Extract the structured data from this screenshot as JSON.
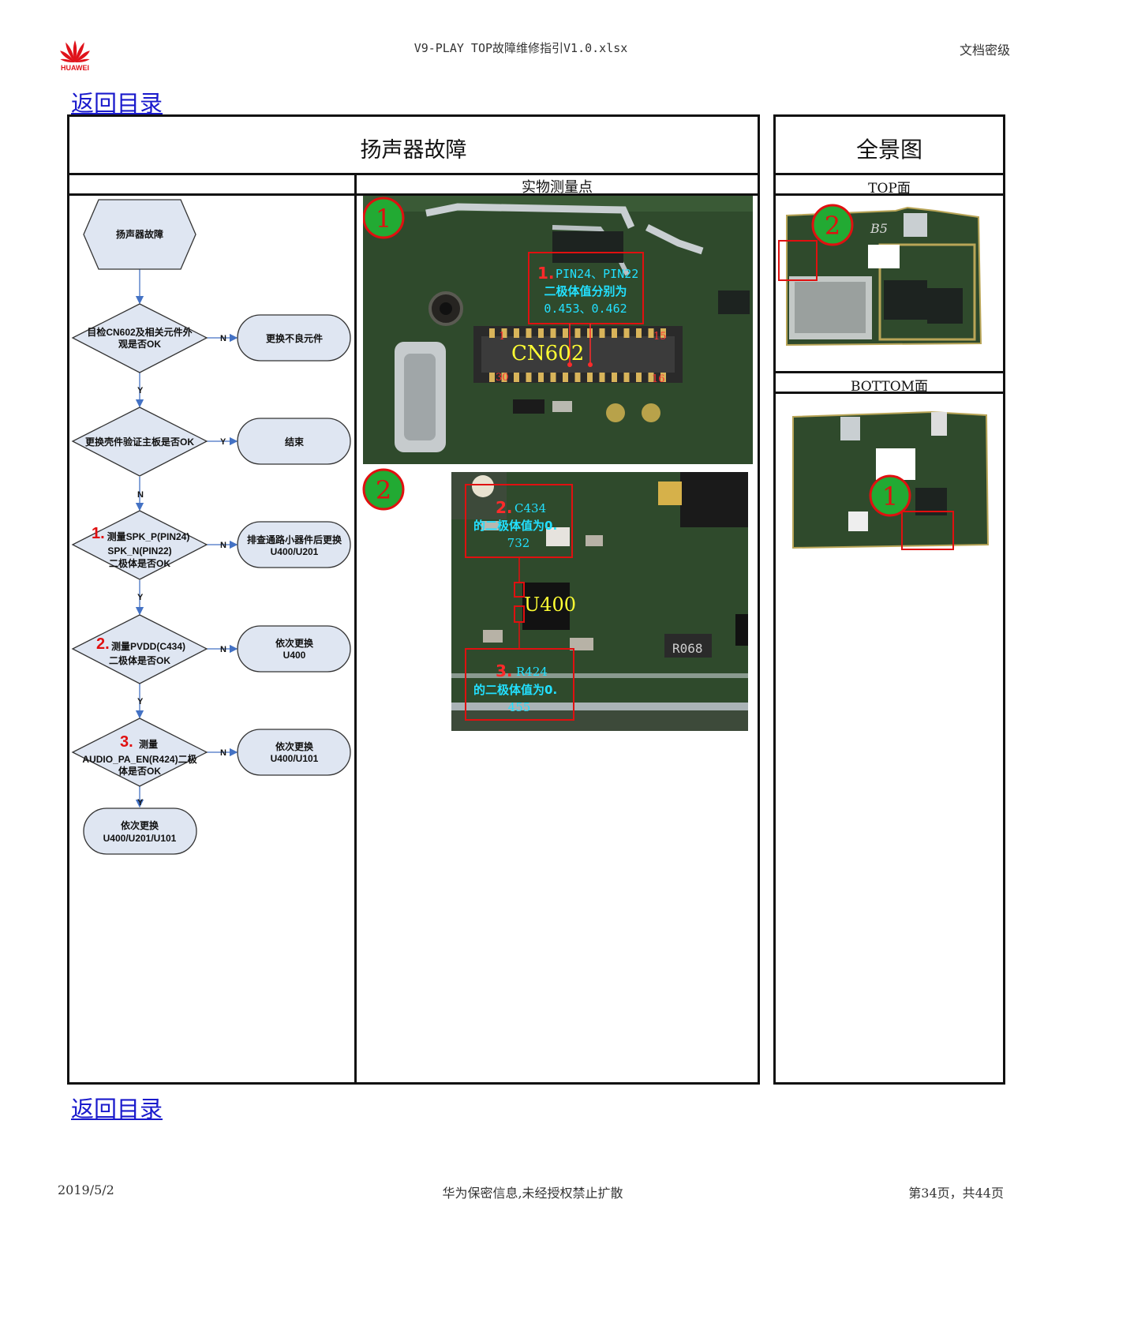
{
  "header": {
    "brand": "HUAWEI",
    "doc_title": "V9-PLAY TOP故障维修指引V1.0.xlsx",
    "classification": "文档密级"
  },
  "nav": {
    "back_to_toc": "返回目录"
  },
  "table": {
    "fault_title": "扬声器故障",
    "overview_title": "全景图",
    "measure_points_title": "实物测量点",
    "top_side": "TOP面",
    "bottom_side": "BOTTOM面"
  },
  "flowchart": {
    "start": "扬声器故障",
    "d1": [
      "目检CN602及相关元件外",
      "观是否OK"
    ],
    "d1_no_action": "更换不良元件",
    "d2": "更换壳件验证主板是否OK",
    "d2_yes_action": "结束",
    "d3_num": "1.",
    "d3": [
      "测量SPK_P(PIN24)",
      "SPK_N(PIN22)",
      "二极体是否OK"
    ],
    "d3_no_action": [
      "排查通路小器件后更换",
      "U400/U201"
    ],
    "d4_num": "2.",
    "d4": [
      "测量PVDD(C434)",
      "二极体是否OK"
    ],
    "d4_no_action": [
      "依次更换",
      "U400"
    ],
    "d5_num": "3.",
    "d5": [
      "测量",
      "AUDIO_PA_EN(R424)二极",
      "体是否OK"
    ],
    "d5_no_action": [
      "依次更换",
      "U400/U101"
    ],
    "end": [
      "依次更换",
      "U400/U201/U101"
    ],
    "label_yes": "Y",
    "label_no": "N"
  },
  "photo1": {
    "marker": "1",
    "note_num": "1.",
    "note": [
      "PIN24、PIN22",
      "二极体值分别为",
      "0.453、0.462"
    ],
    "connector": "CN602",
    "pin_tl": "1",
    "pin_tr": "15",
    "pin_bl": "30",
    "pin_br": "16"
  },
  "photo2": {
    "marker": "2",
    "note_a_num": "2.",
    "note_a": [
      "C434",
      "的二极体值为0.",
      "732"
    ],
    "chip": "U400",
    "resistor": "R068",
    "note_b_num": "3.",
    "note_b": [
      "R424",
      "的二极体值为0.",
      "455"
    ]
  },
  "overview": {
    "top_marker": "2",
    "top_silk": "B5",
    "bottom_marker": "1"
  },
  "footer": {
    "date": "2019/5/2",
    "confidential": "华为保密信息,未经授权禁止扩散",
    "page": "第34页，共44页"
  },
  "colors": {
    "pcb_green": "#2f4a2c",
    "marker_green": "#22aa33",
    "marker_red": "#e01010",
    "flow_blue": "#4472c4",
    "link_blue": "#1a1acc"
  }
}
